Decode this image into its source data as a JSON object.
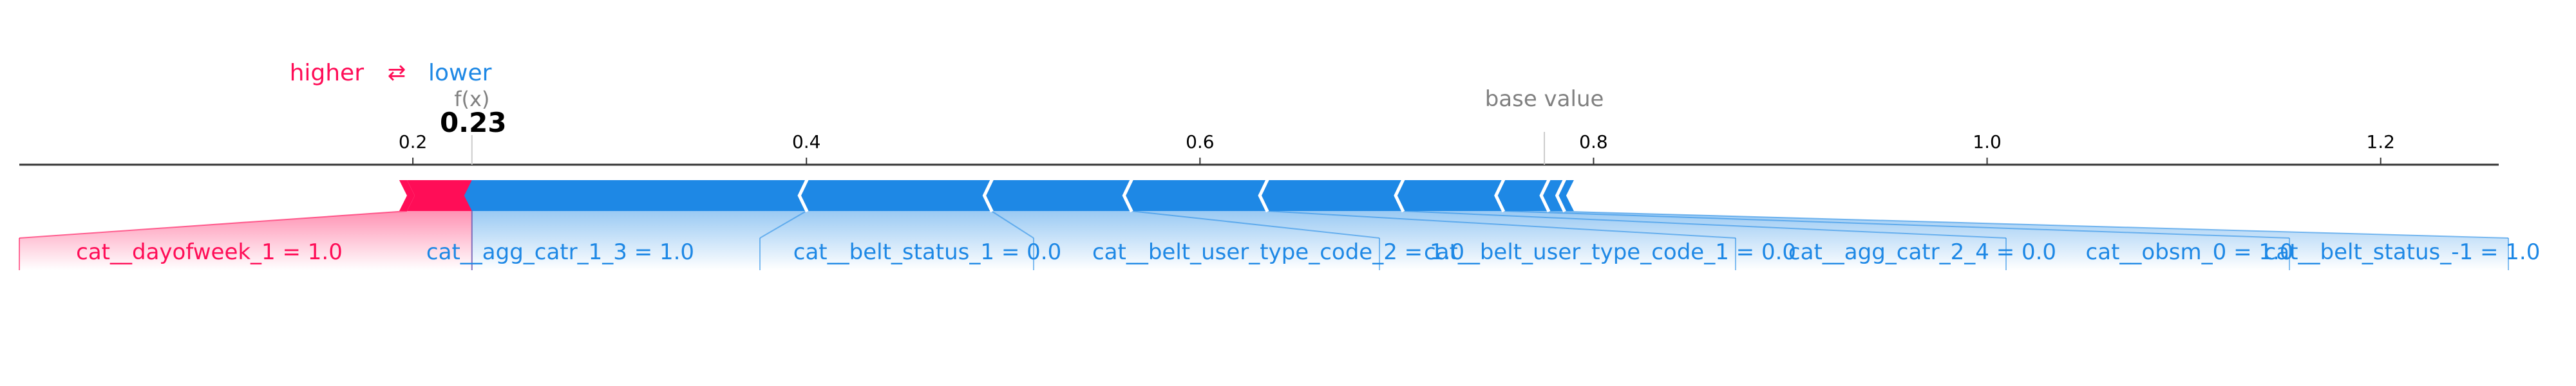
{
  "legend": {
    "higher": "higher",
    "arrow": "⇄",
    "lower": "lower"
  },
  "colors": {
    "positive": "#ff0d57",
    "negative": "#1e88e5",
    "axis": "#333333",
    "muted": "#808080",
    "text": "#000000"
  },
  "chart_data": {
    "type": "force",
    "xlim": [
      0.0,
      1.26
    ],
    "ticks": [
      0.2,
      0.4,
      0.6,
      0.8,
      1.0,
      1.2
    ],
    "tick_labels": [
      "0.2",
      "0.4",
      "0.6",
      "0.8",
      "1.0",
      "1.2"
    ],
    "output_label": "f(x)",
    "output_value": 0.23,
    "output_value_label": "0.23",
    "base_value": 0.775,
    "base_value_label": "base value",
    "higher_features": [
      {
        "label": "cat__dayofweek_1 = 1.0",
        "start": 0.197,
        "end": 0.23
      }
    ],
    "lower_features": [
      {
        "label": "cat__agg_catr_1_3 = 1.0",
        "start": 0.23,
        "end": 0.4
      },
      {
        "label": "cat__belt_status_1 = 0.0",
        "start": 0.4,
        "end": 0.494
      },
      {
        "label": "cat__belt_user_type_code_2 = 1.0",
        "start": 0.494,
        "end": 0.565
      },
      {
        "label": "cat__belt_user_type_code_1 = 0.0",
        "start": 0.565,
        "end": 0.634
      },
      {
        "label": "cat__agg_catr_2_4 = 0.0",
        "start": 0.634,
        "end": 0.703
      },
      {
        "label": "cat__obsm_0 = 1.0",
        "start": 0.703,
        "end": 0.754
      },
      {
        "label": "cat__belt_status_-1 = 1.0",
        "start": 0.754,
        "end": 0.777
      },
      {
        "label": "",
        "start": 0.777,
        "end": 0.785
      },
      {
        "label": "",
        "start": 0.785,
        "end": 0.79
      }
    ]
  }
}
